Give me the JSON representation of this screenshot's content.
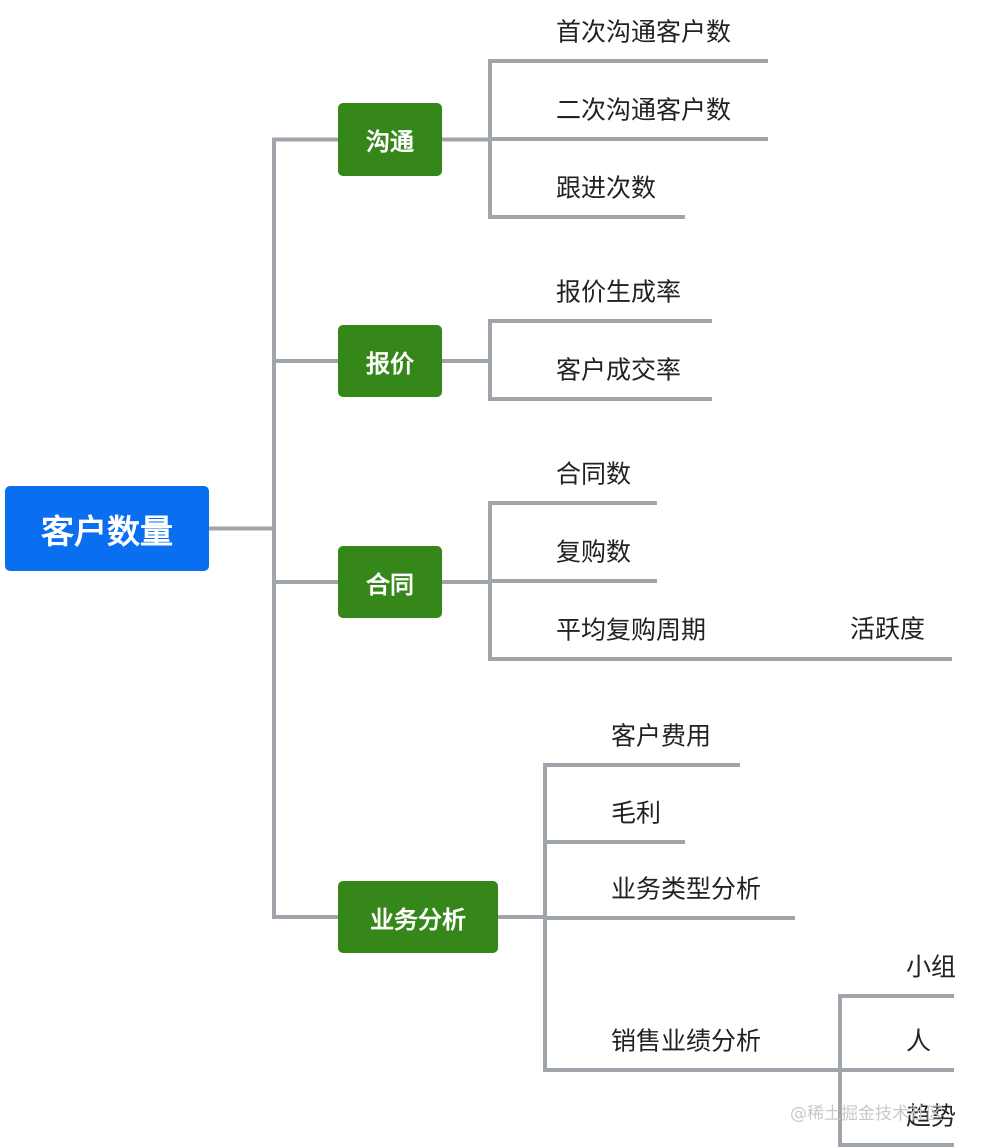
{
  "theme": {
    "line": "#a0a5ab",
    "root_fill": "#0a6ef0",
    "branch_fill": "#358719"
  },
  "root": {
    "label": "客户数量"
  },
  "branches": [
    {
      "id": "goutong",
      "label": "沟通",
      "children": [
        {
          "id": "first-contact",
          "label": "首次沟通客户数"
        },
        {
          "id": "second-contact",
          "label": "二次沟通客户数"
        },
        {
          "id": "followup-count",
          "label": "跟进次数"
        }
      ]
    },
    {
      "id": "baojia",
      "label": "报价",
      "children": [
        {
          "id": "quote-rate",
          "label": "报价生成率"
        },
        {
          "id": "deal-rate",
          "label": "客户成交率"
        }
      ]
    },
    {
      "id": "hetong",
      "label": "合同",
      "children": [
        {
          "id": "contract-count",
          "label": "合同数"
        },
        {
          "id": "repurchase-count",
          "label": "复购数"
        },
        {
          "id": "repurchase-cycle",
          "label": "平均复购周期",
          "children": [
            {
              "id": "activity",
              "label": "活跃度"
            }
          ]
        }
      ]
    },
    {
      "id": "yewu",
      "label": "业务分析",
      "children": [
        {
          "id": "customer-cost",
          "label": "客户费用"
        },
        {
          "id": "gross-profit",
          "label": "毛利"
        },
        {
          "id": "business-type",
          "label": "业务类型分析"
        },
        {
          "id": "sales-performance",
          "label": "销售业绩分析",
          "children": [
            {
              "id": "group",
              "label": "小组"
            },
            {
              "id": "person",
              "label": "人"
            },
            {
              "id": "trend",
              "label": "趋势"
            }
          ]
        }
      ]
    }
  ],
  "watermark": "@稀土掘金技术社区"
}
